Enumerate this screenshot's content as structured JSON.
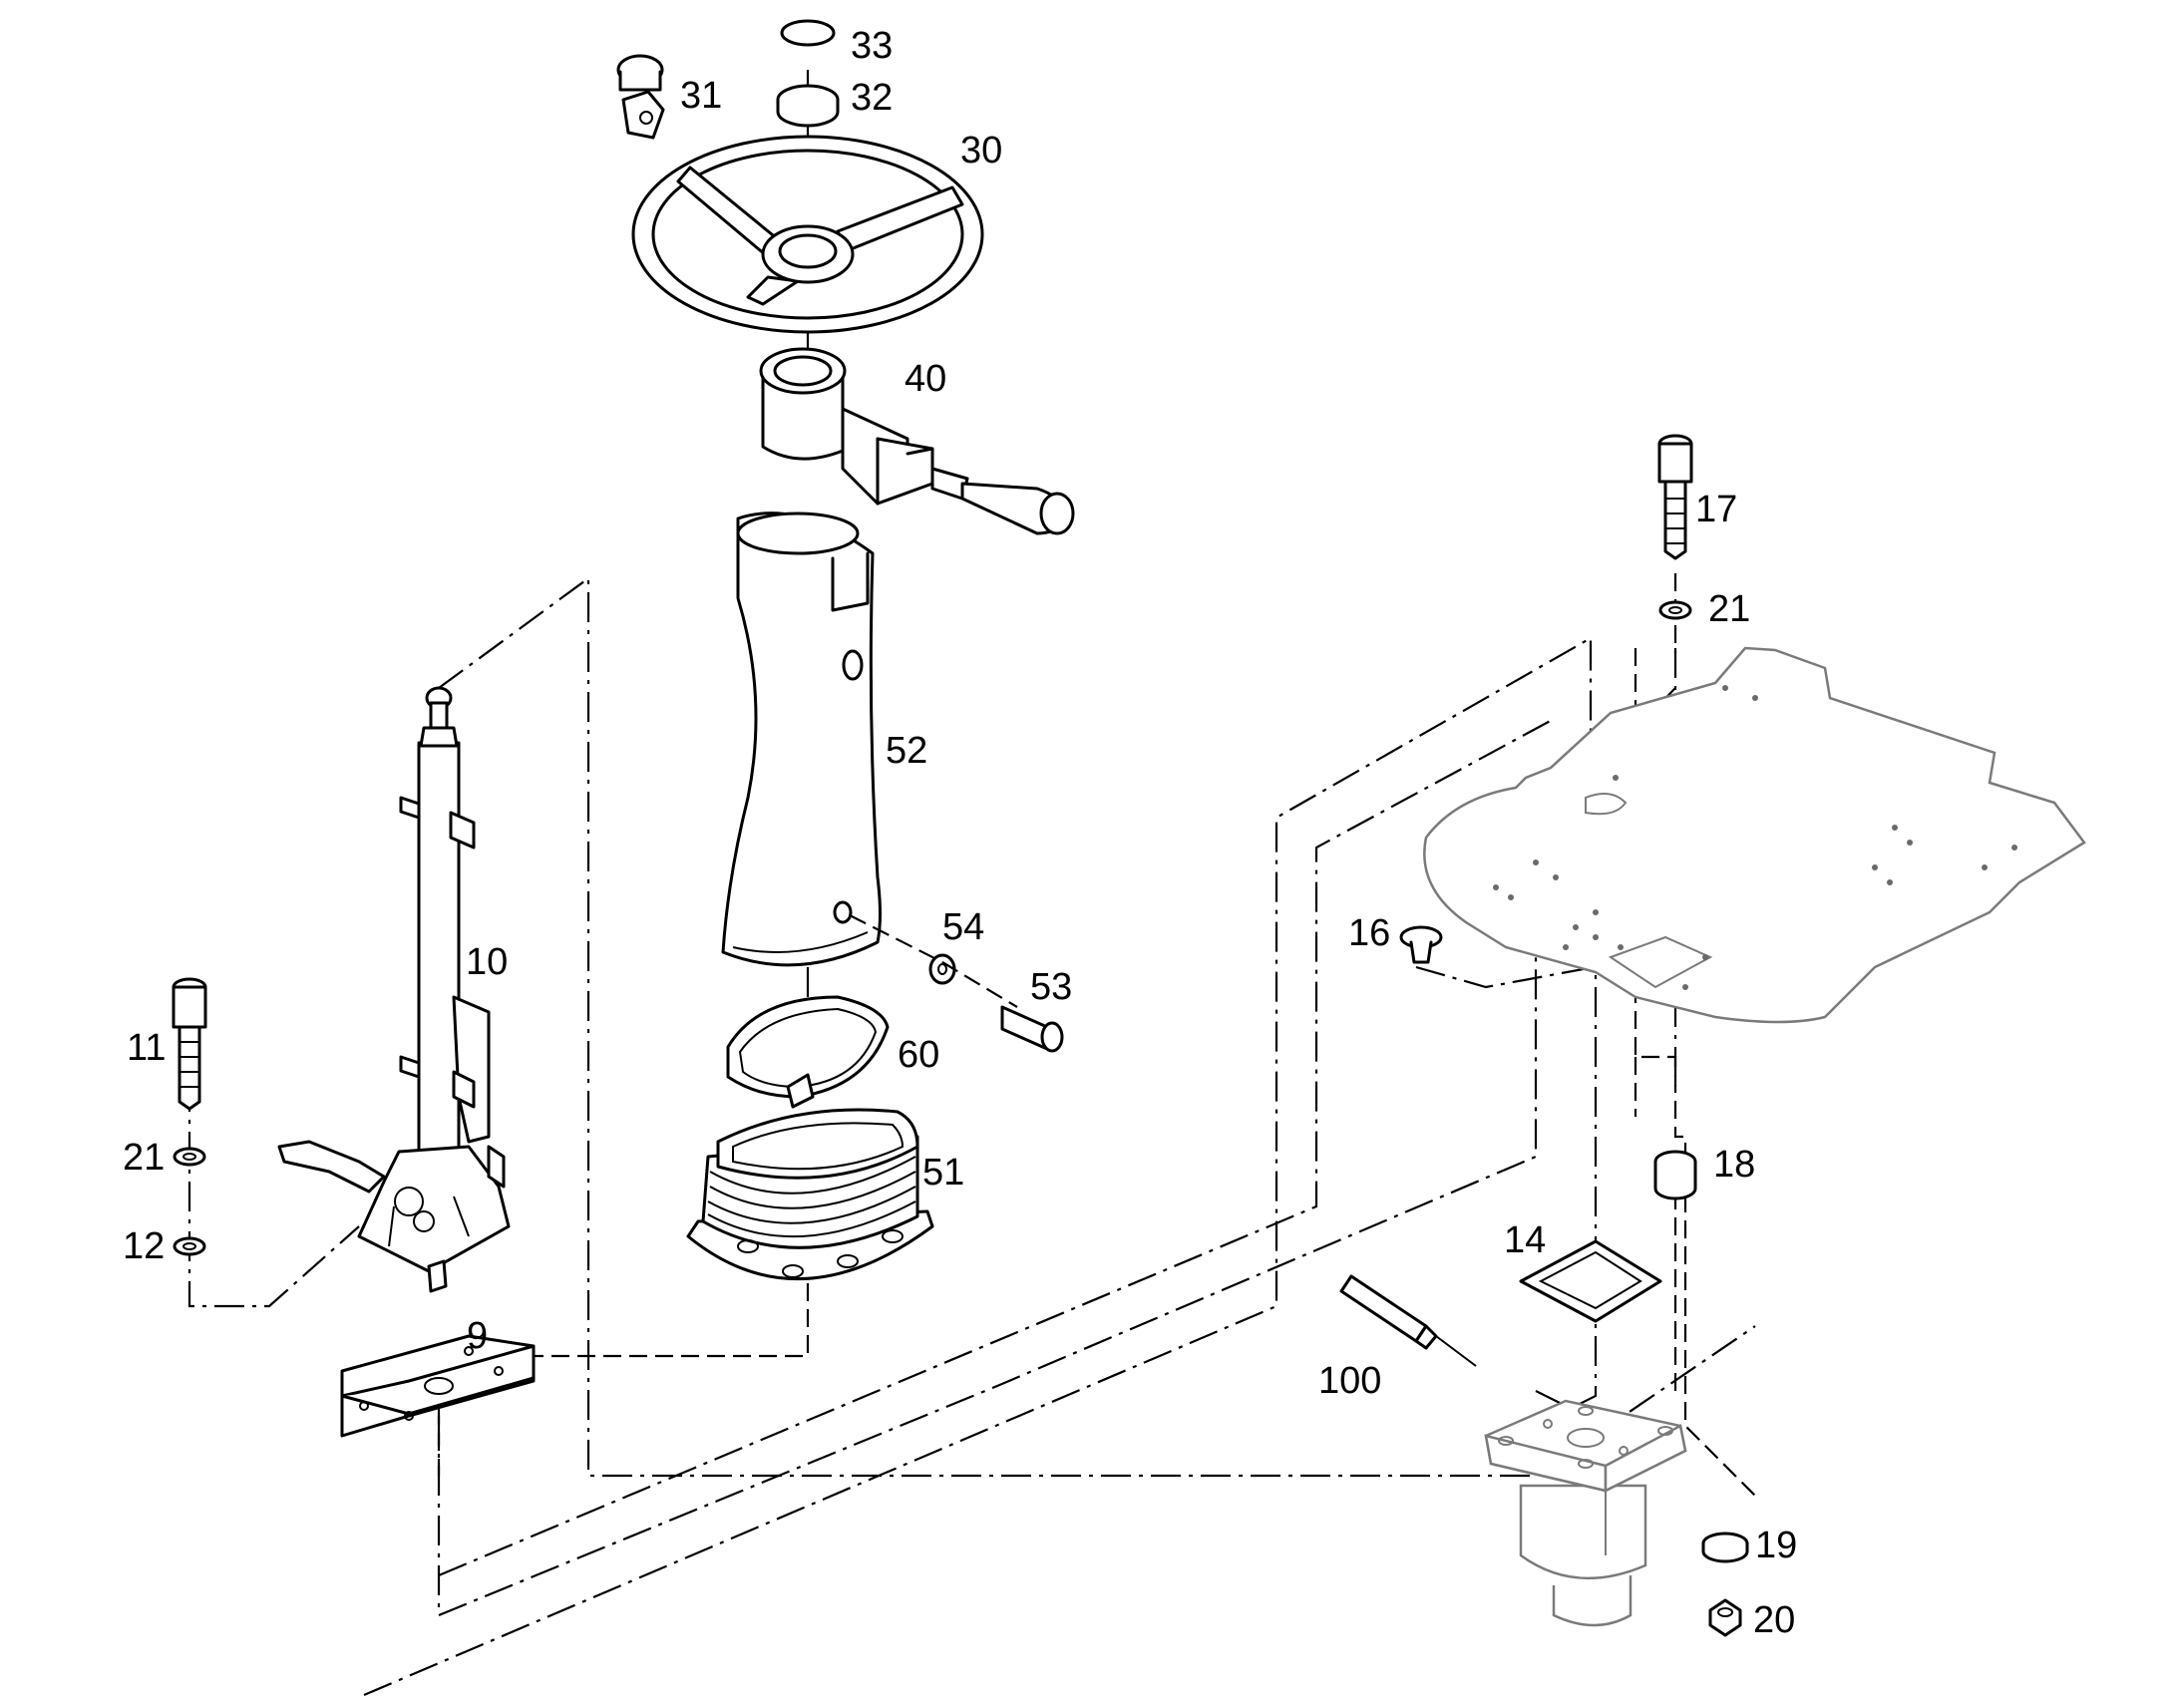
{
  "diagram": {
    "labels": {
      "p9": "9",
      "p10": "10",
      "p11": "11",
      "p12": "12",
      "p14": "14",
      "p16": "16",
      "p17": "17",
      "p18": "18",
      "p19": "19",
      "p20": "20",
      "p21a": "21",
      "p21b": "21",
      "p30": "30",
      "p31": "31",
      "p32": "32",
      "p33": "33",
      "p40": "40",
      "p51": "51",
      "p52": "52",
      "p53": "53",
      "p54": "54",
      "p60": "60",
      "p100": "100"
    }
  }
}
